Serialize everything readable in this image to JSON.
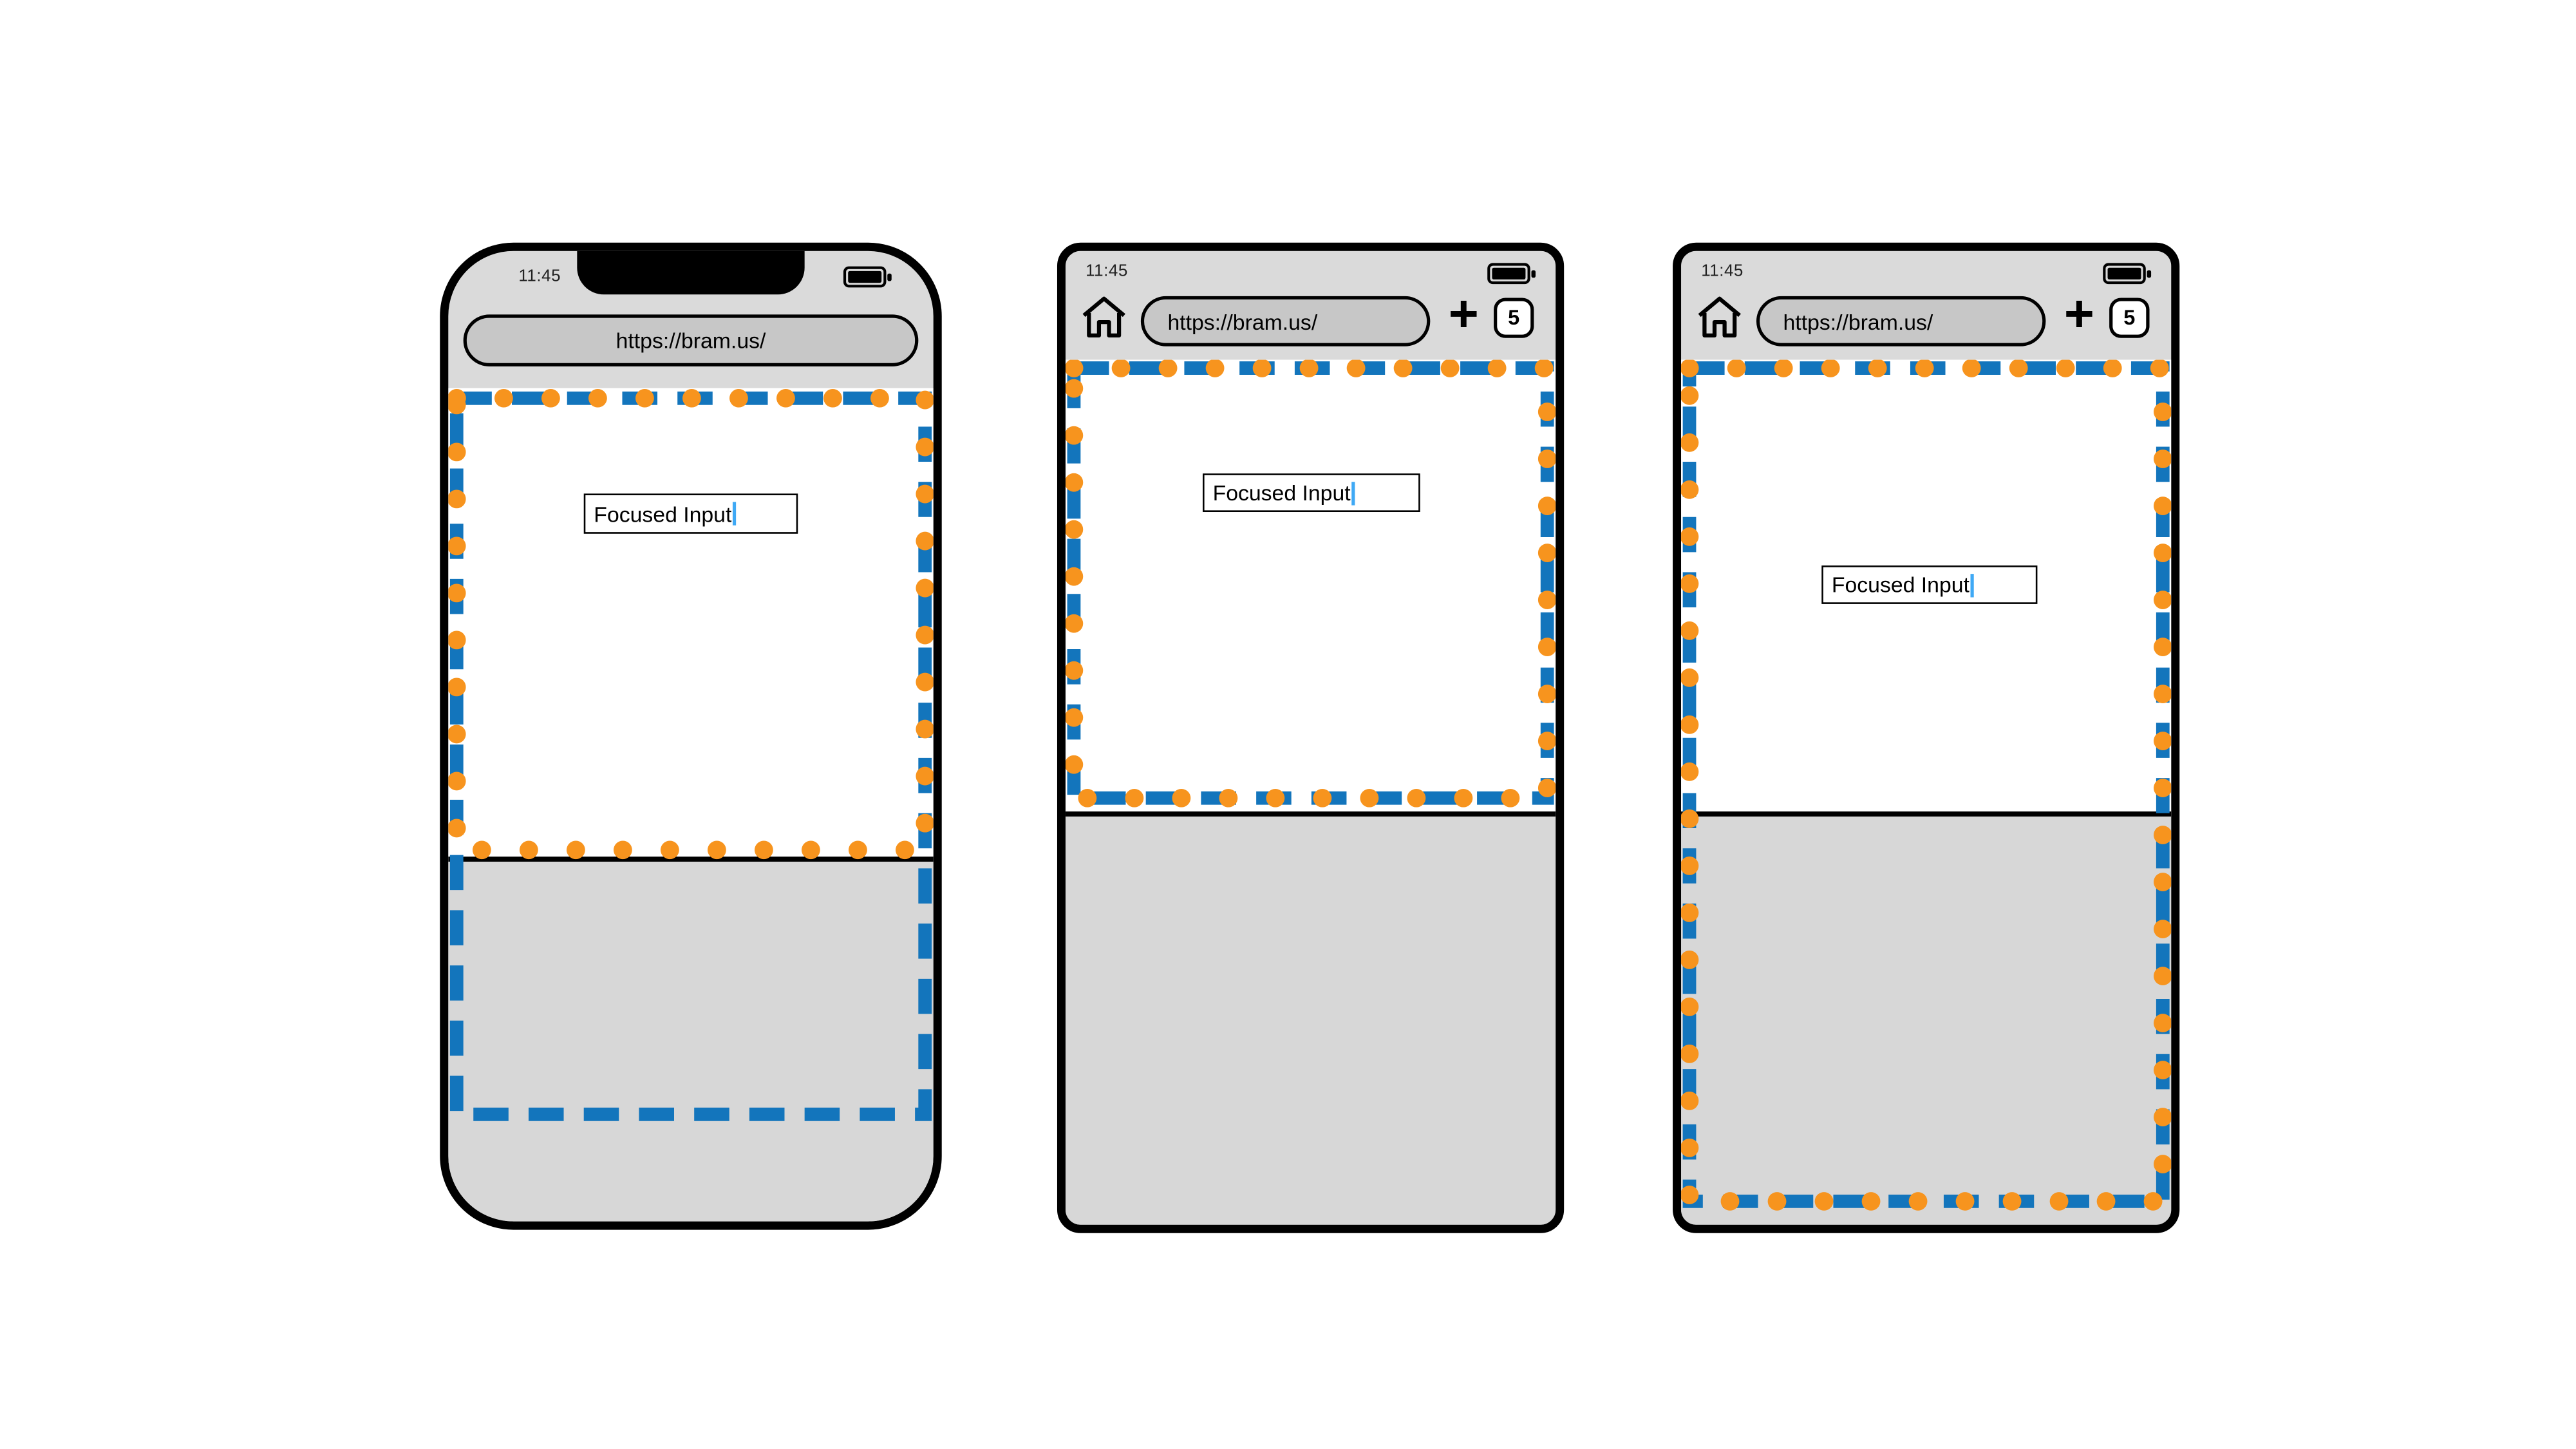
{
  "colors": {
    "layout_viewport_blue": "#1375BC",
    "visual_viewport_orange": "#F7941E",
    "caret_blue": "#3FA9F5"
  },
  "phones": [
    {
      "device": "iphone-notch",
      "status_bar": {
        "time": "11:45"
      },
      "url_bar": {
        "value": "https://bram.us/"
      },
      "page": {
        "input_value": "Focused Input"
      }
    },
    {
      "device": "android-browser",
      "status_bar": {
        "time": "11:45"
      },
      "toolbar": {
        "url": "https://bram.us/",
        "new_tab_label": "+",
        "tab_count": "5"
      },
      "page": {
        "input_value": "Focused Input"
      }
    },
    {
      "device": "android-browser",
      "status_bar": {
        "time": "11:45"
      },
      "toolbar": {
        "url": "https://bram.us/",
        "new_tab_label": "+",
        "tab_count": "5"
      },
      "page": {
        "input_value": "Focused Input"
      }
    }
  ]
}
